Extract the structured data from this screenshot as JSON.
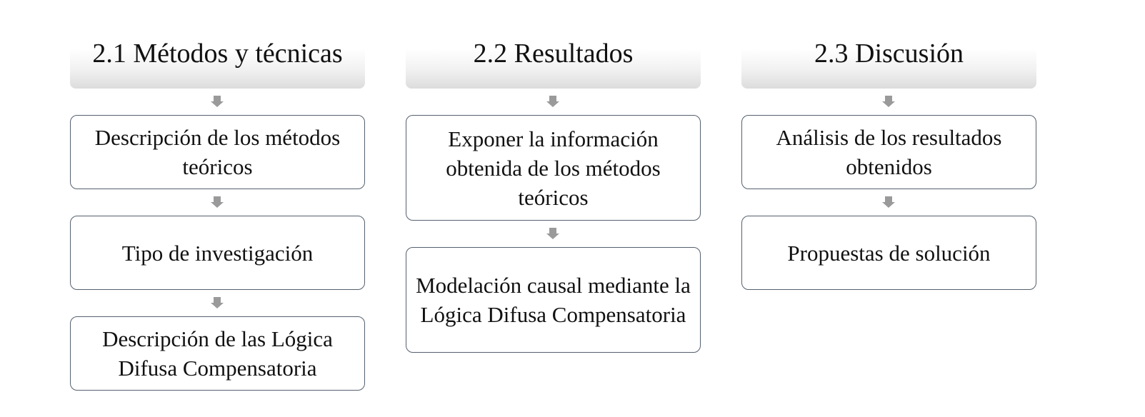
{
  "columns": [
    {
      "header": "2.1 Métodos y técnicas",
      "boxes": [
        "Descripción de los métodos teóricos",
        "Tipo de investigación",
        "Descripción de las Lógica Difusa Compensatoria"
      ]
    },
    {
      "header": "2.2 Resultados",
      "boxes": [
        "Exponer la información obtenida de los métodos teóricos",
        "Modelación causal mediante la Lógica Difusa Compensatoria"
      ]
    },
    {
      "header": "2.3 Discusión",
      "boxes": [
        "Análisis de los resultados obtenidos",
        "Propuestas de solución"
      ]
    }
  ],
  "colors": {
    "border": "#55606e",
    "arrow": "#9a9a9a",
    "header_gradient_bottom": "#dcdcdc"
  }
}
